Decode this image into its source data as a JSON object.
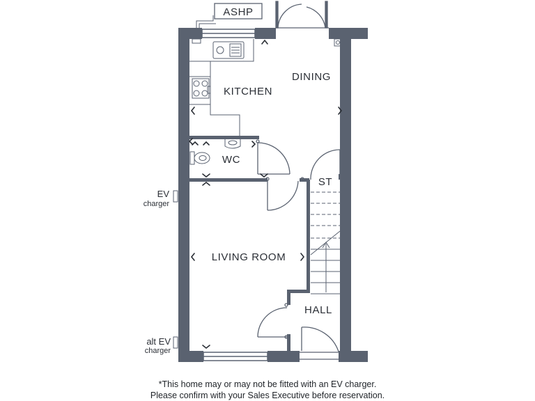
{
  "colors": {
    "wall": "#5a6270",
    "line": "#5a6270",
    "text": "#2b2f36",
    "background": "#ffffff"
  },
  "labels": {
    "ashp": "ASHP",
    "kitchen": "KITCHEN",
    "dining": "DINING",
    "wc": "WC",
    "st": "ST",
    "living_room": "LIVING ROOM",
    "hall": "HALL",
    "ev": "EV",
    "ev_charger": "charger",
    "alt_ev": "alt EV",
    "alt_ev_charger": "charger"
  },
  "footnote": {
    "line1": "*This home may or may not be fitted with an EV charger.",
    "line2": "Please confirm with your Sales Executive before reservation."
  },
  "icons": [
    "dimension-arrow-icon",
    "sink-icon",
    "hob-icon",
    "toilet-icon",
    "basin-icon",
    "door-swing-icon",
    "stair-arrow-icon"
  ]
}
